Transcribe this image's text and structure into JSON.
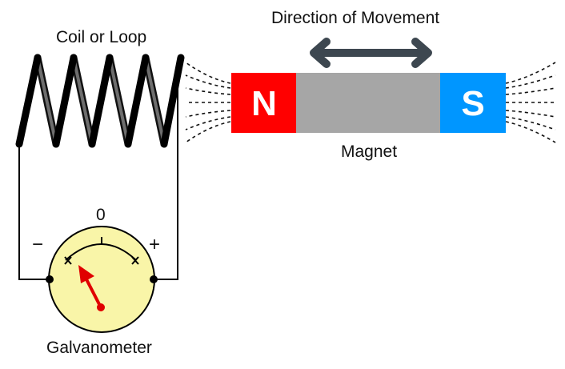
{
  "labels": {
    "coil": "Coil or Loop",
    "direction": "Direction of Movement",
    "magnet": "Magnet",
    "galvanometer": "Galvanometer",
    "zero": "0",
    "minus": "−",
    "plus": "+"
  },
  "magnet": {
    "north": "N",
    "south": "S"
  },
  "colors": {
    "north": "#ff0000",
    "south": "#0096ff",
    "body": "#a6a6a6",
    "arrow": "#3d4750",
    "meter_face": "#f9f5a8",
    "needle": "#e00000"
  },
  "icons": [
    "double-arrow-icon",
    "galvanometer-needle-icon"
  ]
}
